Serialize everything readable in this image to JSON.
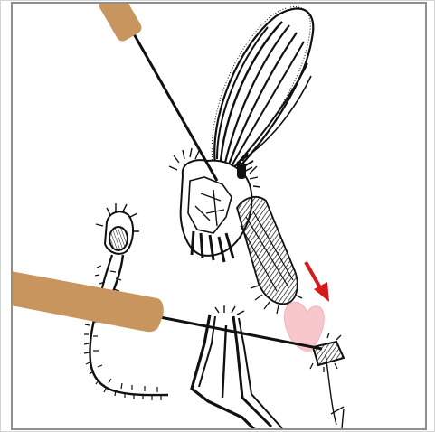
{
  "scene": {
    "subject": "mosquito-dissection",
    "colors": {
      "background": "#ffffff",
      "border": "#8e8e8e",
      "tool_handle": "#c8955f",
      "tool_wire": "#111111",
      "ink": "#111111",
      "tissue_highlight": "#f7c7cc",
      "arrow": "#d61a1a"
    },
    "tools": [
      {
        "name": "upper-dissecting-needle"
      },
      {
        "name": "lower-dissecting-needle"
      }
    ],
    "indicator": {
      "icon": "red-arrow-icon"
    }
  }
}
